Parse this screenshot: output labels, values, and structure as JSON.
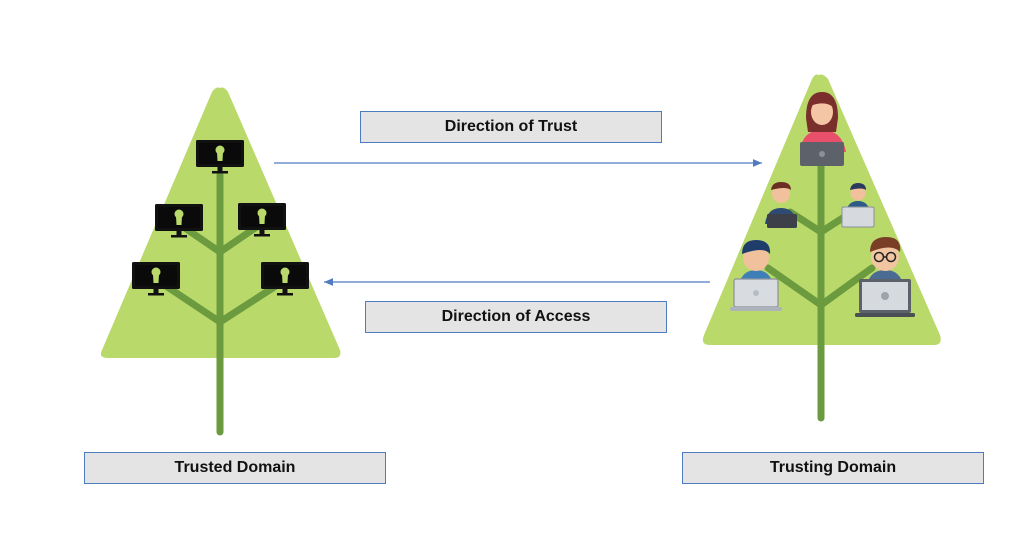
{
  "labels": {
    "direction_of_trust": "Direction of Trust",
    "direction_of_access": "Direction of Access",
    "trusted_domain": "Trusted Domain",
    "trusting_domain": "Trusting Domain"
  },
  "colors": {
    "tree_fill": "#b9d96b",
    "trunk": "#6b9a3f",
    "arrow": "#4f7bc0",
    "box_fill": "#e4e4e4",
    "box_border": "#4f7bc0"
  },
  "icons": {
    "trusted_tree_nodes": "locked-monitor-icon",
    "trusting_tree_nodes": "user-laptop-icon"
  }
}
